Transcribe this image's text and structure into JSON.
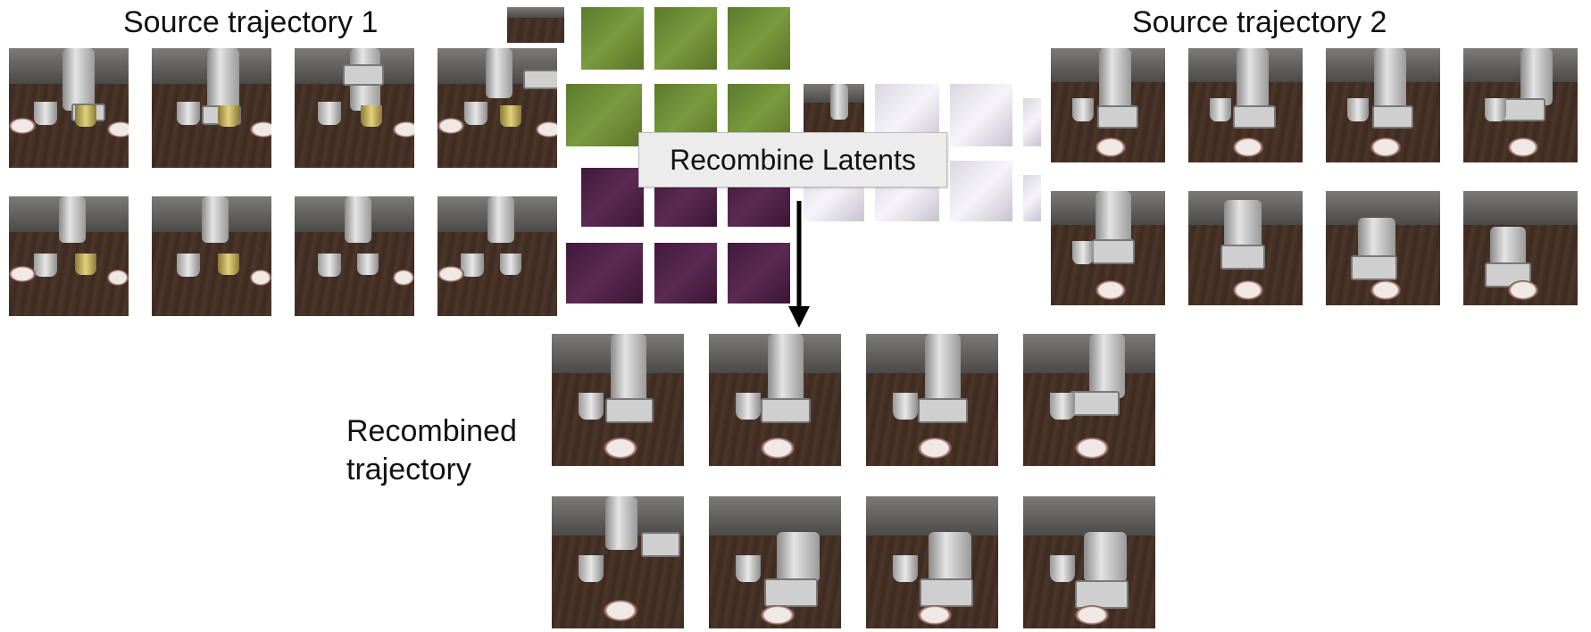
{
  "labels": {
    "source1": "Source trajectory 1",
    "source2": "Source trajectory 2",
    "recombined_line1": "Recombined",
    "recombined_line2": "trajectory",
    "recombine_button": "Recombine Latents"
  },
  "colors": {
    "latent_green": "#6f8e35",
    "latent_purple": "#4e2147",
    "latent_white": "#eeeaf2",
    "table_wood": "#45302a",
    "arrow": "#000000"
  },
  "groups": {
    "source1_frames": 8,
    "source2_frames": 8,
    "recombined_frames": 8
  }
}
